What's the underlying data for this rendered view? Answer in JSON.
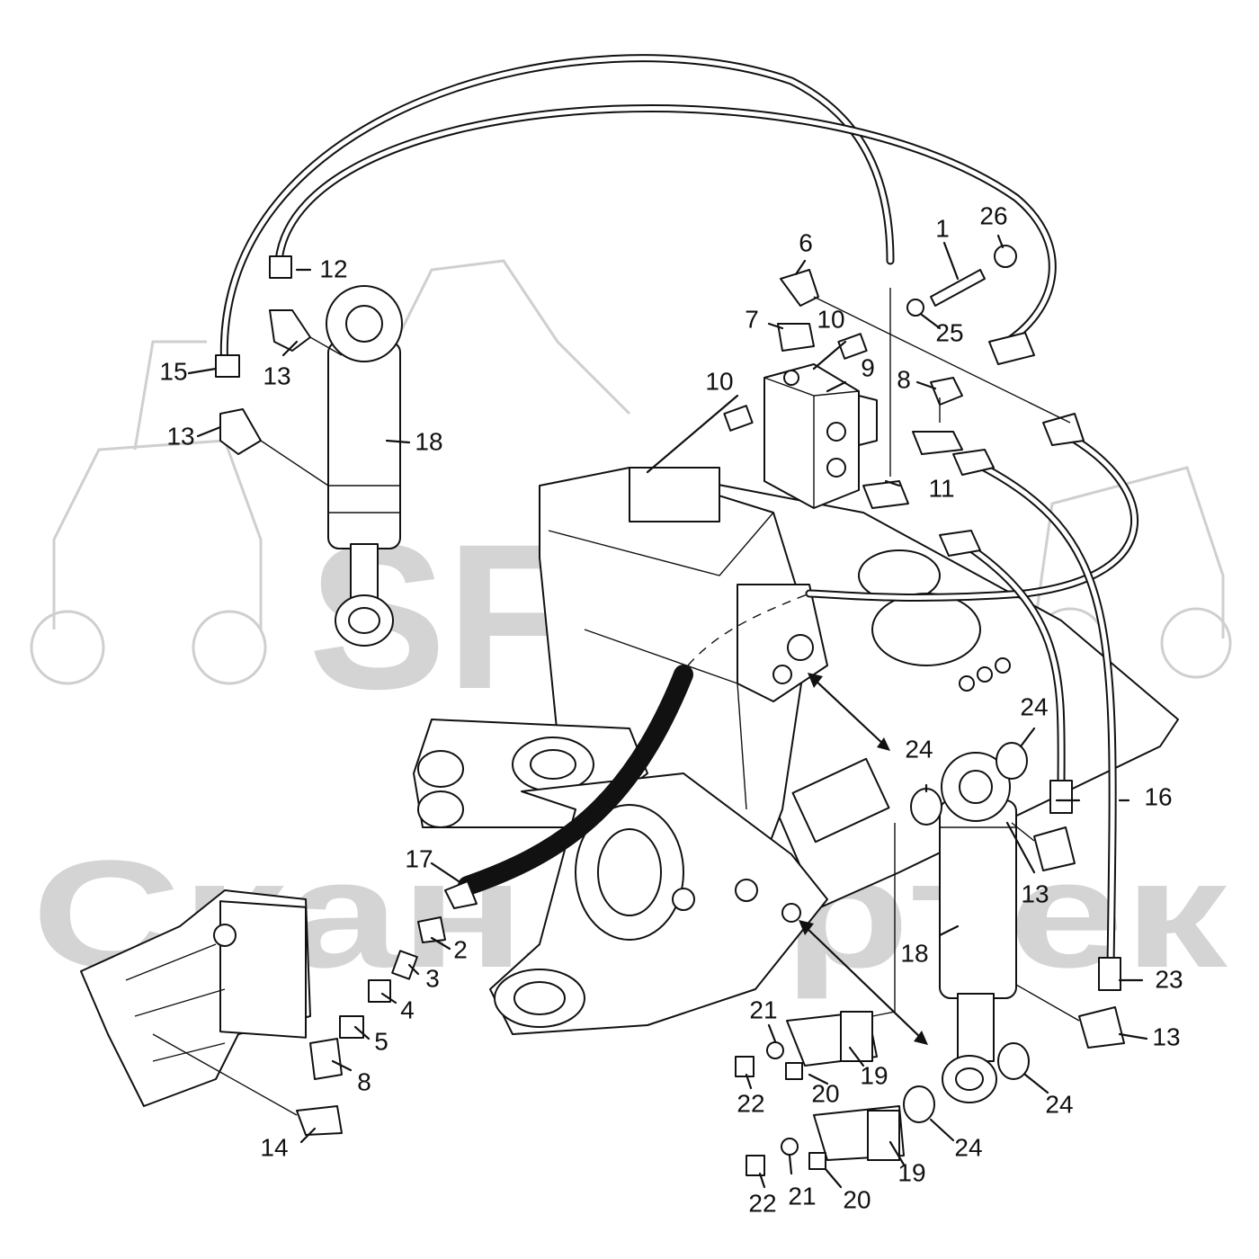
{
  "watermark": {
    "brand": "SFT",
    "company": "Скандортек",
    "color": "#d4d4d4"
  },
  "callouts": [
    {
      "label": "1"
    },
    {
      "label": "2"
    },
    {
      "label": "3"
    },
    {
      "label": "4"
    },
    {
      "label": "5"
    },
    {
      "label": "6"
    },
    {
      "label": "7"
    },
    {
      "label": "8"
    },
    {
      "label": "8"
    },
    {
      "label": "9"
    },
    {
      "label": "10"
    },
    {
      "label": "10"
    },
    {
      "label": "11"
    },
    {
      "label": "12"
    },
    {
      "label": "13"
    },
    {
      "label": "13"
    },
    {
      "label": "13"
    },
    {
      "label": "13"
    },
    {
      "label": "14"
    },
    {
      "label": "15"
    },
    {
      "label": "16"
    },
    {
      "label": "17"
    },
    {
      "label": "18"
    },
    {
      "label": "18"
    },
    {
      "label": "19"
    },
    {
      "label": "19"
    },
    {
      "label": "20"
    },
    {
      "label": "20"
    },
    {
      "label": "21"
    },
    {
      "label": "21"
    },
    {
      "label": "22"
    },
    {
      "label": "22"
    },
    {
      "label": "23"
    },
    {
      "label": "24"
    },
    {
      "label": "24"
    },
    {
      "label": "24"
    },
    {
      "label": "24"
    },
    {
      "label": "25"
    },
    {
      "label": "26"
    }
  ]
}
